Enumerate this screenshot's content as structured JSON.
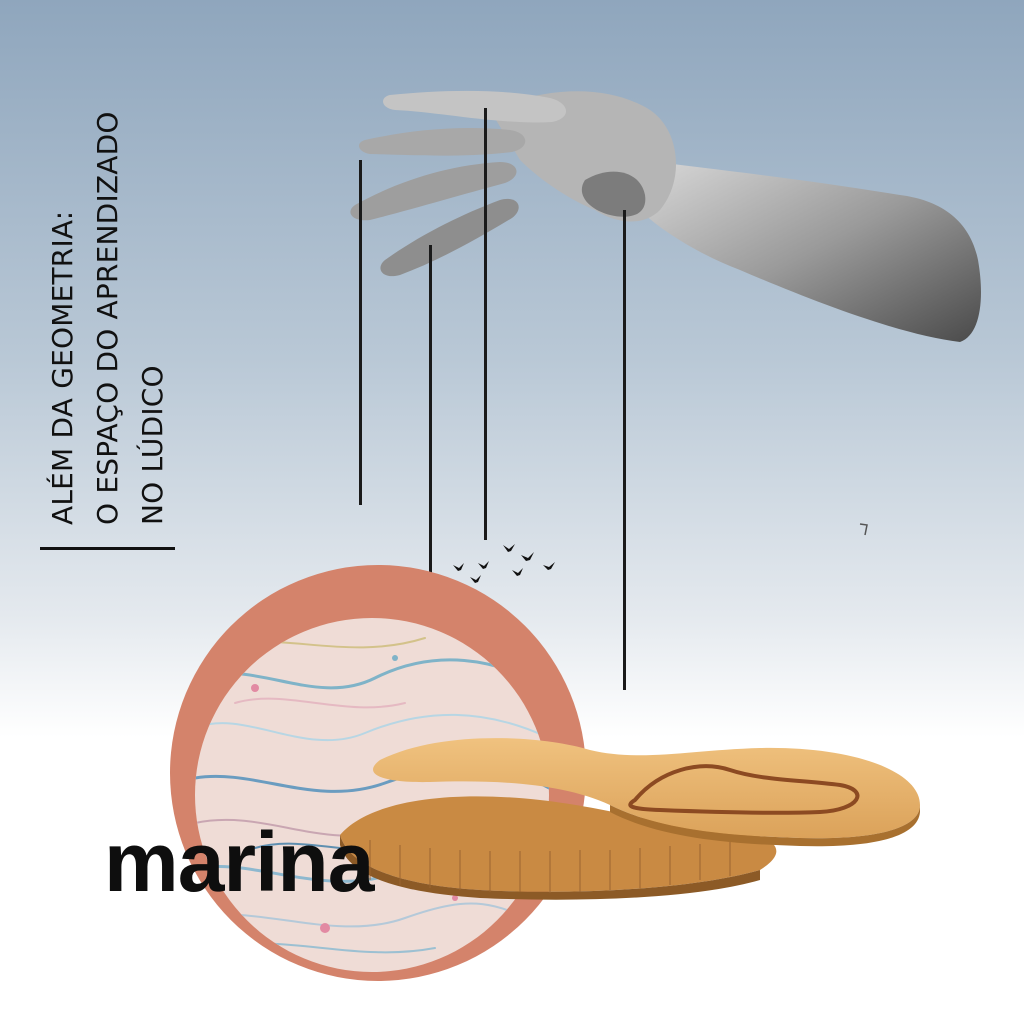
{
  "title": {
    "lines": [
      "ALÉM DA GEOMETRIA:",
      "O ESPAÇO DO APRENDIZADO",
      "NO LÚDICO"
    ]
  },
  "brand": "marina",
  "colors": {
    "sky_top": "#8fa6bd",
    "background_bottom": "#ffffff",
    "ring": "#d4836b",
    "map_pink": "#efdcd6",
    "building_wood": "#e2ab62",
    "text": "#111111"
  },
  "icons": [
    "hand-illustration",
    "birds-flock",
    "building-model",
    "river-map"
  ]
}
